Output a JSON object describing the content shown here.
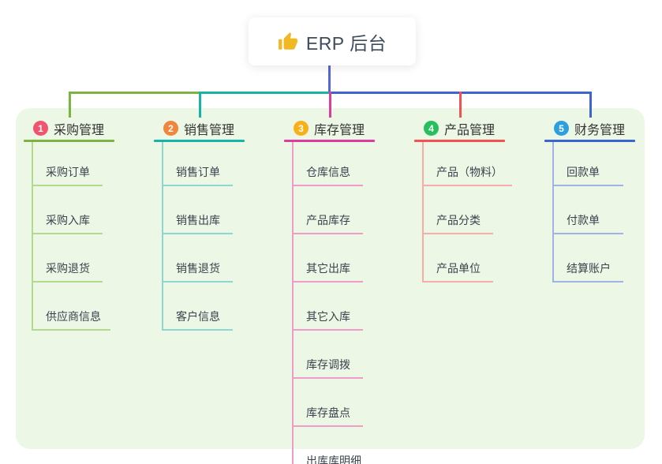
{
  "root": {
    "title": "ERP 后台",
    "icon": "thumbs-up",
    "icon_color": "#f2b824",
    "stem_color": "#5566d6"
  },
  "panel": {
    "background": "#edf7e6"
  },
  "branches": [
    {
      "index": "1",
      "label": "采购管理",
      "badge_color": "#f1546e",
      "line_color": "#7cb342",
      "tint_color": "#b3d98c",
      "children": [
        "采购订单",
        "采购入库",
        "采购退货",
        "供应商信息"
      ]
    },
    {
      "index": "2",
      "label": "销售管理",
      "badge_color": "#f0853c",
      "line_color": "#17b3a8",
      "tint_color": "#8cd8d0",
      "children": [
        "销售订单",
        "销售出库",
        "销售退货",
        "客户信息"
      ]
    },
    {
      "index": "3",
      "label": "库存管理",
      "badge_color": "#f8b018",
      "line_color": "#dd3b9e",
      "tint_color": "#ef9ccb",
      "children": [
        "仓库信息",
        "产品库存",
        "其它出库",
        "其它入库",
        "库存调拨",
        "库存盘点",
        "出库库明细"
      ]
    },
    {
      "index": "4",
      "label": "产品管理",
      "badge_color": "#27bf5e",
      "line_color": "#f45252",
      "tint_color": "#f9abaa",
      "children": [
        "产品（物料）",
        "产品分类",
        "产品单位"
      ]
    },
    {
      "index": "5",
      "label": "财务管理",
      "badge_color": "#2b9fe0",
      "line_color": "#3e63d2",
      "tint_color": "#a0b2e6",
      "children": [
        "回款单",
        "付款单",
        "结算账户"
      ]
    }
  ]
}
